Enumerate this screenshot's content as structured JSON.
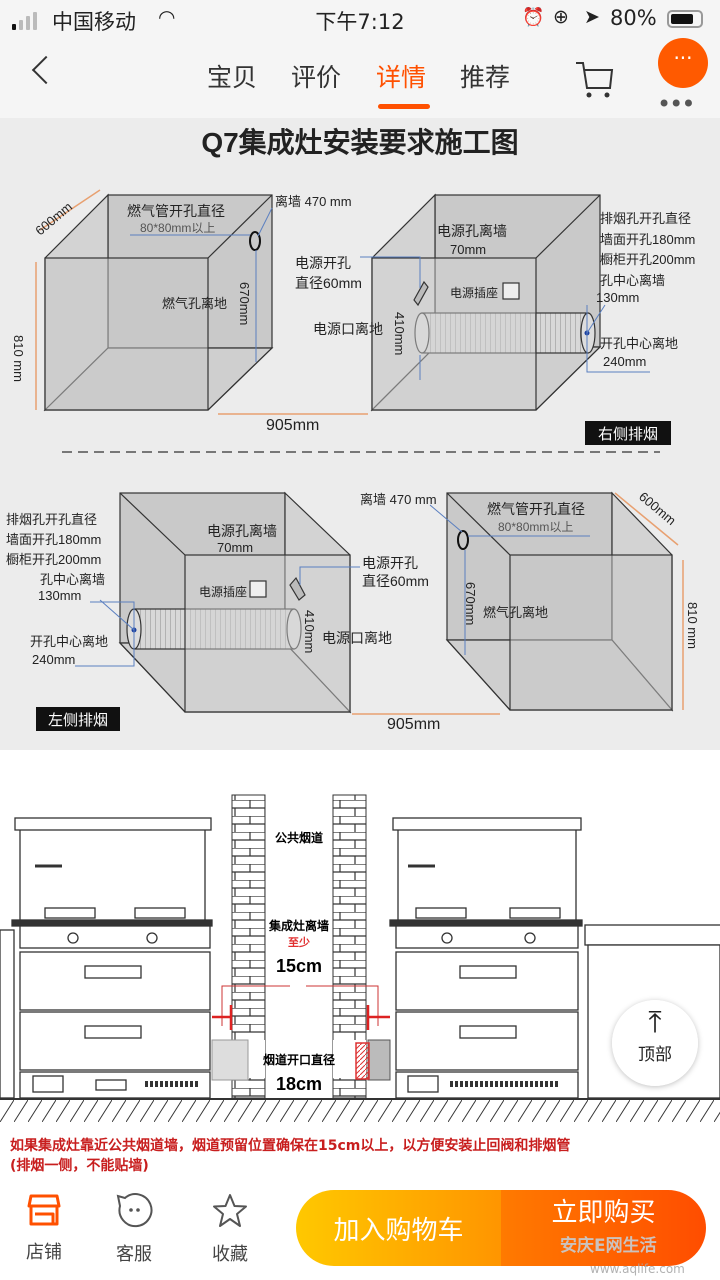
{
  "status_bar": {
    "carrier": "中国移动",
    "time": "下午7:12",
    "battery": "80%"
  },
  "nav": {
    "tabs": [
      {
        "label": "宝贝"
      },
      {
        "label": "评价"
      },
      {
        "label": "详情"
      },
      {
        "label": "推荐"
      }
    ],
    "active_tab": "详情",
    "badge": "···",
    "more": "•••"
  },
  "diagram": {
    "title": "Q7集成灶安装要求施工图",
    "top_left": {
      "depth": "600mm",
      "gas_hole": "燃气管开孔直径",
      "gas_size": "80*80mm以上",
      "wall": "离墙 470 mm",
      "height_label": "燃气孔离地",
      "height": "670mm",
      "cabinet_height": "810 mm"
    },
    "top_right": {
      "power_wall": "电源孔离墙",
      "power_wall_val": "70mm",
      "power_hole": "电源开孔",
      "power_hole_dia": "直径60mm",
      "socket": "电源插座",
      "power_ground": "电源口离地",
      "power_ground_val": "410mm",
      "exhaust_1": "排烟孔开孔直径",
      "exhaust_2": "墙面开孔180mm",
      "exhaust_3": "橱柜开孔200mm",
      "center_wall": "孔中心离墙",
      "center_wall_val": "130mm",
      "center_ground": "开孔中心离地",
      "center_ground_val": "240mm",
      "tag": "右侧排烟"
    },
    "width_top": "905mm",
    "bottom_left": {
      "exhaust_1": "排烟孔开孔直径",
      "exhaust_2": "墙面开孔180mm",
      "exhaust_3": "橱柜开孔200mm",
      "center_wall": "孔中心离墙",
      "center_wall_val": "130mm",
      "center_ground": "开孔中心离地",
      "center_ground_val": "240mm",
      "power_wall": "电源孔离墙",
      "power_wall_val": "70mm",
      "socket": "电源插座",
      "power_hole": "电源开孔",
      "power_hole_dia": "直径60mm",
      "power_ground": "电源口离地",
      "power_ground_val": "410mm",
      "tag": "左侧排烟"
    },
    "bottom_right": {
      "wall": "离墙 470 mm",
      "gas_hole": "燃气管开孔直径",
      "gas_size": "80*80mm以上",
      "depth": "600mm",
      "height": "670mm",
      "height_label": "燃气孔离地",
      "cabinet_height": "810 mm"
    },
    "width_bottom": "905mm"
  },
  "kitchen": {
    "flue": "公共烟道",
    "distance_label": "集成灶离墙",
    "at_least": "至少",
    "distance": "15cm",
    "opening_label": "烟道开口直径",
    "opening": "18cm"
  },
  "note": {
    "line1": "如果集成灶靠近公共烟道墙，烟道预留位置确保在15cm以上，以方便安装止回阀和排烟管",
    "line2": "(排烟一侧，不能贴墙)"
  },
  "back_to_top": "顶部",
  "bottom_bar": {
    "shop": "店铺",
    "service": "客服",
    "favorite": "收藏",
    "add_to_cart": "加入购物车",
    "buy_now": "立即购买"
  },
  "watermark": {
    "brand": "安庆E网生活",
    "url": "www.aqlife.com"
  },
  "colors": {
    "accent": "#ff5000",
    "note": "#c81e1e",
    "cart_button": "#ffb000",
    "buy_button": "#ff5a00"
  }
}
